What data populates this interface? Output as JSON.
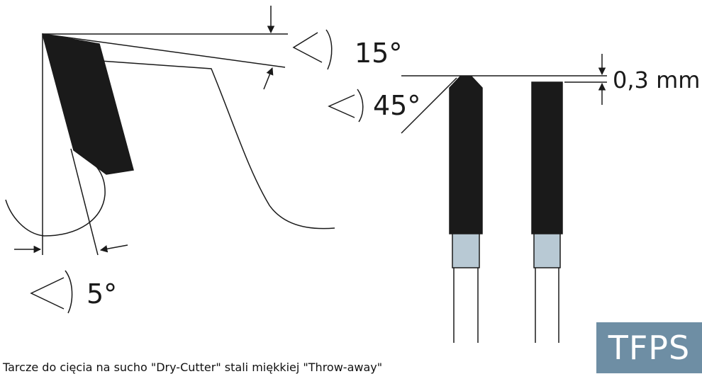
{
  "labels": {
    "rake_angle": "15°",
    "bevel_angle": "45°",
    "clearance_angle": "5°",
    "chamfer_height": "0,3 mm"
  },
  "caption": "Tarcze do cięcia na sucho \"Dry-Cutter\" stali miękkiej \"Throw-away\"",
  "brand": {
    "text": "TFPS",
    "background": "#6e8ea4"
  },
  "colors": {
    "line": "#1a1a1a",
    "tooth_fill": "#1a1a1a",
    "carbide_tip": "#b8c9d4"
  }
}
